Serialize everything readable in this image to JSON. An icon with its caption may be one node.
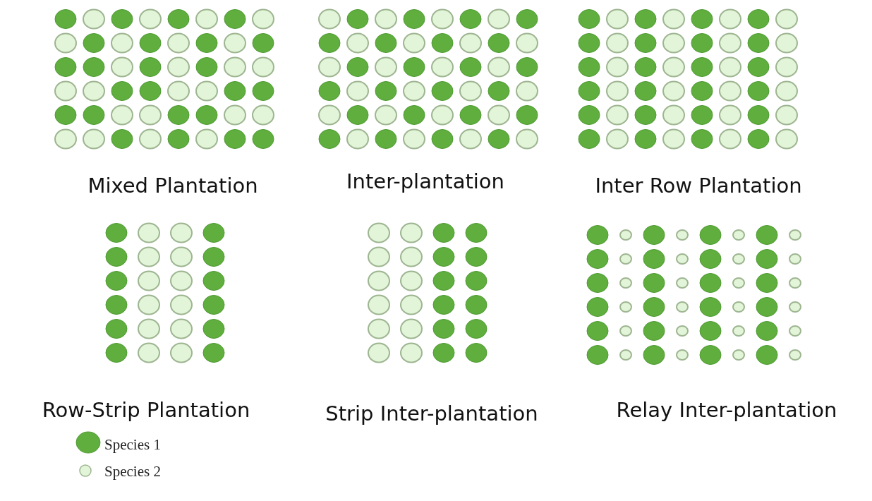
{
  "diagram": {
    "labels": [
      "Mixed Plantation",
      "Inter-plantation",
      "Inter Row Plantation",
      "Row-Strip Plantation",
      "Strip Inter-plantation",
      "Relay Inter-plantation"
    ],
    "legend": [
      {
        "text": "Species 1",
        "color": "#5fae3e"
      },
      {
        "text": "Species 2",
        "color": "#e3f5d8"
      }
    ]
  }
}
